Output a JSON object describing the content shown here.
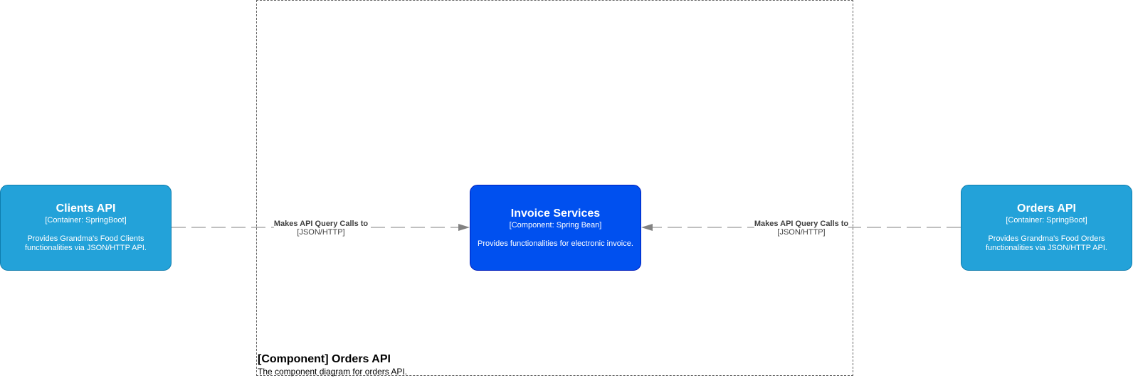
{
  "boundary": {
    "title": "[Component] Orders API",
    "description": "The component diagram for orders API."
  },
  "nodes": {
    "clients": {
      "title": "Clients API",
      "type": "[Container: SpringBoot]",
      "description": "Provides Grandma's Food Clients functionalities via JSON/HTTP API."
    },
    "invoice": {
      "title": "Invoice Services",
      "type": "[Component: Spring Bean]",
      "description": "Provides functionalities for electronic invoice."
    },
    "orders": {
      "title": "Orders API",
      "type": "[Container: SpringBoot]",
      "description": "Provides Grandma's Food Orders functionalities via JSON/HTTP API."
    }
  },
  "edges": {
    "clients_to_invoice": {
      "label": "Makes API Query Calls to",
      "technology": "[JSON/HTTP]"
    },
    "orders_to_invoice": {
      "label": "Makes API Query Calls to",
      "technology": "[JSON/HTTP]"
    }
  },
  "colors": {
    "container_fill": "#23a2d9",
    "component_fill": "#0050ef",
    "edge": "#828282"
  }
}
